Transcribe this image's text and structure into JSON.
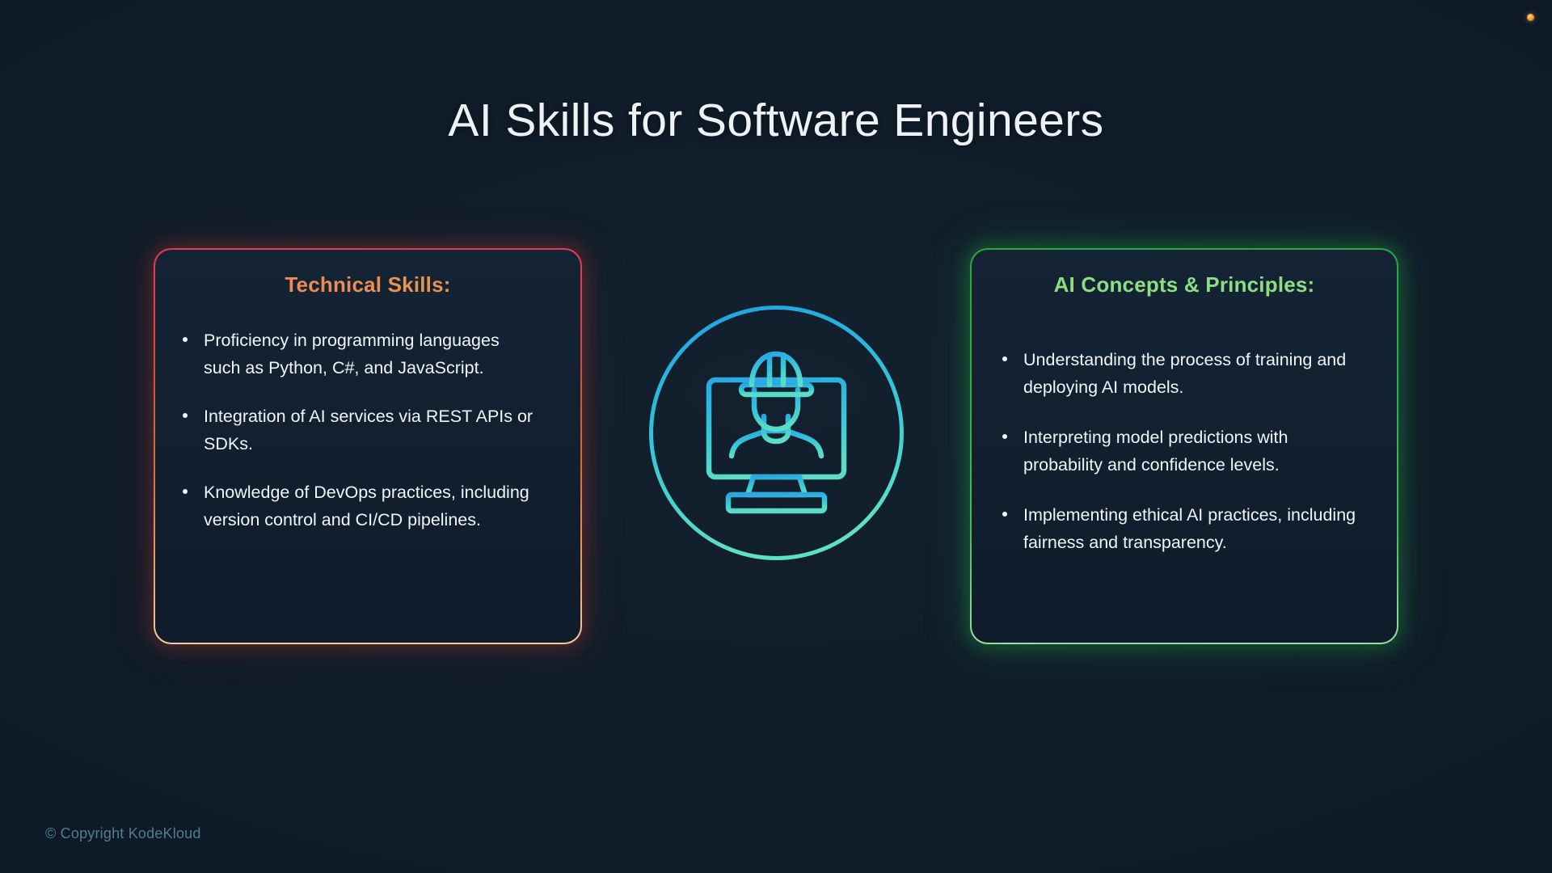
{
  "slide": {
    "title": "AI Skills for Software Engineers",
    "background_color": "#121f2e",
    "footer": "© Copyright KodeKloud"
  },
  "accents": {
    "dot_color": "#f0a030"
  },
  "left_card": {
    "heading": "Technical Skills:",
    "heading_color": "#ef8a55",
    "border_color": "#d24a3c",
    "bullets": [
      "Proficiency in programming languages such as Python, C#, and JavaScript.",
      "Integration of AI services via REST APIs or SDKs.",
      "Knowledge of DevOps practices, including version control and CI/CD pipelines."
    ]
  },
  "right_card": {
    "heading": "AI Concepts & Principles:",
    "heading_color": "#8ede7f",
    "border_color": "#2fae4b",
    "bullets": [
      "Understanding the process of training and deploying AI models.",
      "Interpreting model predictions with probability and confidence levels.",
      "Implementing ethical AI practices, including fairness and transparency."
    ]
  },
  "center_icon": {
    "name": "engineer-at-computer-icon",
    "circle_color_top": "#29a8e0",
    "circle_color_bottom": "#4fd6c4"
  }
}
